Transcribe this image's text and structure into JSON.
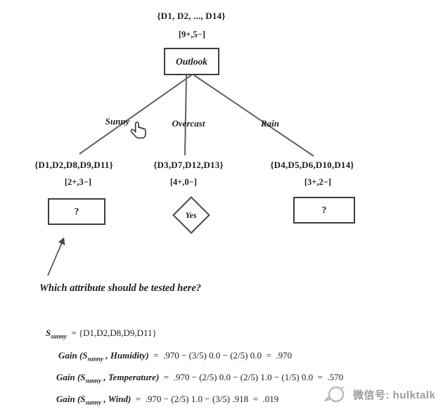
{
  "figure": {
    "type": "decision-tree",
    "root": {
      "set": "{D1, D2, ..., D14}",
      "counts": "[9+,5−]",
      "node_label": "Outlook"
    },
    "branches": [
      {
        "label": "Sunny"
      },
      {
        "label": "Overcast"
      },
      {
        "label": "Rain"
      }
    ],
    "children": [
      {
        "set": "{D1,D2,D8,D9,D11}",
        "counts": "[2+,3−]",
        "node_label": "?",
        "shape": "rect"
      },
      {
        "set": "{D3,D7,D12,D13}",
        "counts": "[4+,0−]",
        "node_label": "Yes",
        "shape": "diamond"
      },
      {
        "set": "{D4,D5,D6,D10,D14}",
        "counts": "[3+,2−]",
        "node_label": "?",
        "shape": "rect"
      }
    ],
    "annotation": {
      "question": "Which attribute should be tested here?"
    },
    "equations": {
      "subset_line": {
        "s": "S",
        "sub": "sunny",
        "rest": "  = {D1,D2,D8,D9,D11}"
      },
      "gain_lines": [
        {
          "fn": "Gain (S",
          "sub": "sunny",
          "arg": " , Humidity)",
          "expr": "  =  .970 − (3/5) 0.0 − (2/5) 0.0  =  .970"
        },
        {
          "fn": "Gain (S",
          "sub": "sunny",
          "arg": " , Temperature)",
          "expr": "  =  .970 − (2/5) 0.0 − (2/5) 1.0 − (1/5) 0.0  =  .570"
        },
        {
          "fn": "Gain (S",
          "sub": "sunny",
          "arg": " , Wind)",
          "expr": "  =  .970 − (2/5) 1.0 − (3/5) .918  =  .019"
        }
      ]
    },
    "cursor": {
      "icon": "hand-pointer",
      "near_label": "Sunny"
    },
    "watermark": {
      "icon": "wechat-logo",
      "label": "微信号: hulktalk"
    },
    "colors": {
      "edge": "#606060",
      "border": "#3d3d3d",
      "text": "#1e1e1e",
      "watermark": "#9b9b9b"
    }
  }
}
